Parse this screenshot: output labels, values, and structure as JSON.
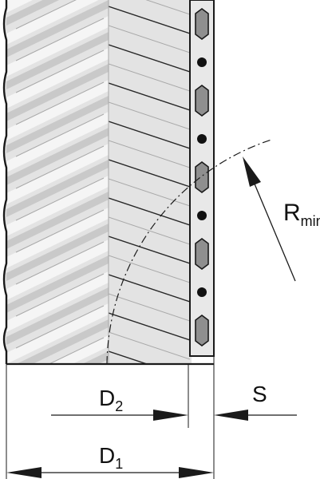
{
  "labels": {
    "d2_main": "D",
    "d2_sub": "2",
    "d1_main": "D",
    "d1_sub": "1",
    "s": "S",
    "r_main": "R",
    "r_sub": "min"
  },
  "colors": {
    "outline": "#1a1a1a",
    "hose_fill": "#e3e3e3",
    "band_light": "#f5f5f5",
    "band_dark": "#c9c9c9",
    "wire_dark": "#262626",
    "wire_light": "#a9a9a9",
    "seam": "#a8a8a8",
    "cell_fill": "#8f8f8f",
    "dot_fill": "#111111"
  }
}
